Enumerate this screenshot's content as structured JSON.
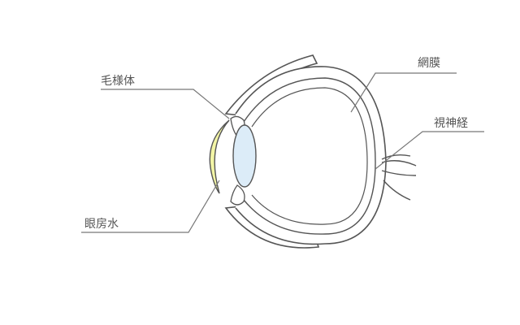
{
  "labels": {
    "ciliary_body": "毛様体",
    "retina": "網膜",
    "optic_nerve": "視神経",
    "aqueous_humor": "眼房水"
  },
  "colors": {
    "outline": "#555555",
    "leader": "#777777",
    "lens_fill": "#dcecf8",
    "aqueous_fill": "#f3f5a6"
  }
}
